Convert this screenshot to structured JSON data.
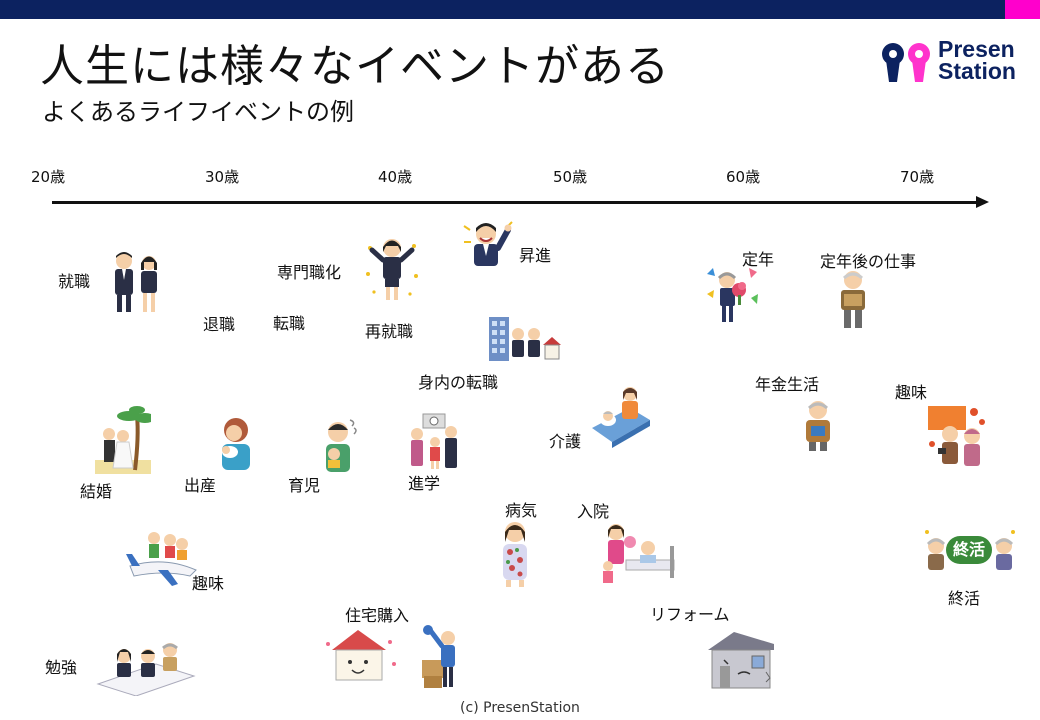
{
  "slide": {
    "title": "人生には様々なイベントがある",
    "subtitle": "よくあるライフイベントの例",
    "footer": "(c) PresenStation",
    "colors": {
      "topbar": "#0c2260",
      "accent": "#ff00cc",
      "logo_navy": "#0c2260",
      "logo_pink": "#ff33cc"
    }
  },
  "logo": {
    "line1": "Presen",
    "line2": "Station",
    "icon": "keyhole-logo-icon"
  },
  "timeline": {
    "ages": [
      "20歳",
      "30歳",
      "40歳",
      "50歳",
      "60歳",
      "70歳"
    ]
  },
  "events": {
    "shushoku": "就職",
    "taishoku": "退職",
    "tenshoku": "転職",
    "senmon": "専門職化",
    "saishushoku": "再就職",
    "shoshin": "昇進",
    "miuchi": "身内の転職",
    "teinen": "定年",
    "teinengo": "定年後の仕事",
    "nenkin": "年金生活",
    "shumi_late": "趣味",
    "kekkon": "結婚",
    "shussan": "出産",
    "ikuji": "育児",
    "shingaku": "進学",
    "kaigo": "介護",
    "byoki": "病気",
    "nyuin": "入院",
    "shumi_early": "趣味",
    "jutaku": "住宅購入",
    "reform": "リフォーム",
    "shukatsu": "終活",
    "shukatsu_badge": "終活",
    "benkyo": "勉強"
  }
}
